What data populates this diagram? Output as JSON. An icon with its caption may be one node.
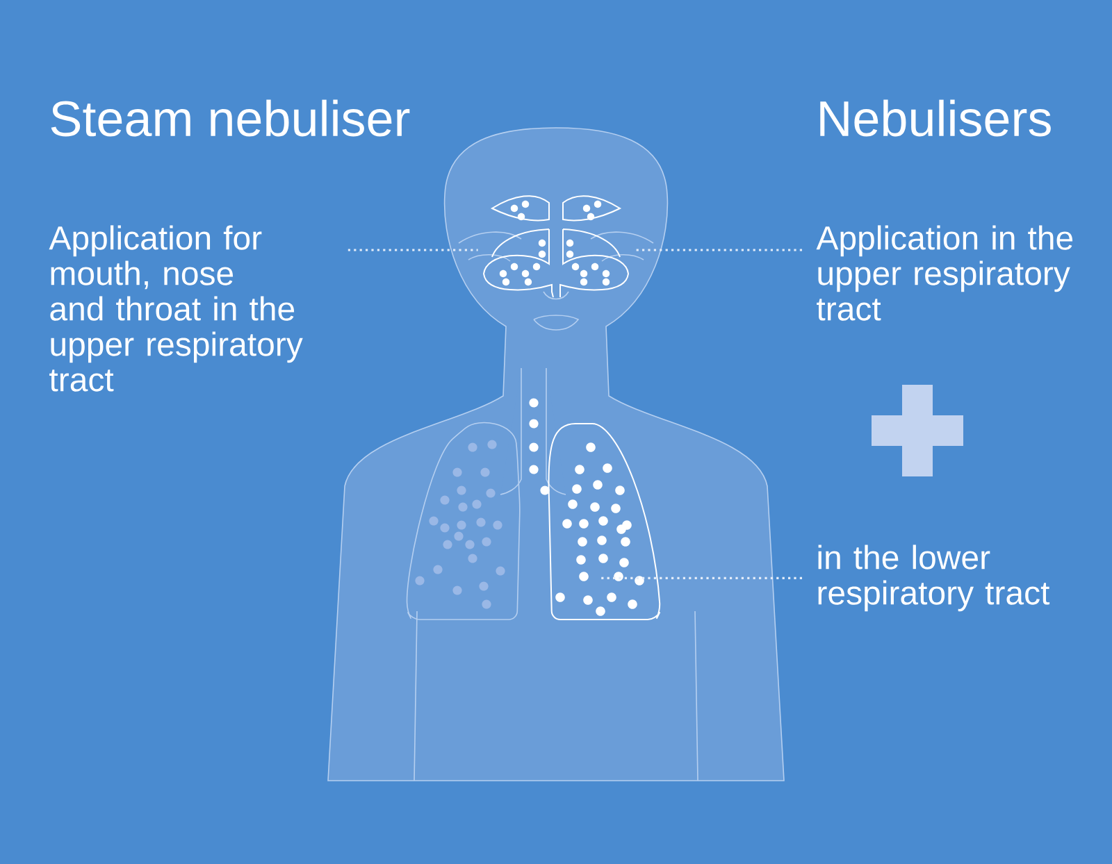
{
  "diagram": {
    "nodes": [
      {
        "text": [
          "Application for mouth, nose and throat in the upper respiratory tract"
        ]
      },
      {
        "text": [],
        "shape": "picture"
      },
      {
        "text": [
          "Application in the upper respiratory tract"
        ]
      },
      {
        "text": [],
        "shape": "picture"
      },
      {
        "text": [
          "in the lower respiratory tract"
        ]
      }
    ],
    "edges": [
      {
        "from": 0,
        "to": 1,
        "arrow": "none",
        "style": "dashed"
      },
      {
        "from": 2,
        "to": 1,
        "arrow": "none",
        "style": "dashed"
      },
      {
        "from": 4,
        "to": 3,
        "arrow": "none",
        "style": "dashed"
      }
    ],
    "labels": [
      "Steam nebuliser",
      "Nebulisers"
    ]
  }
}
